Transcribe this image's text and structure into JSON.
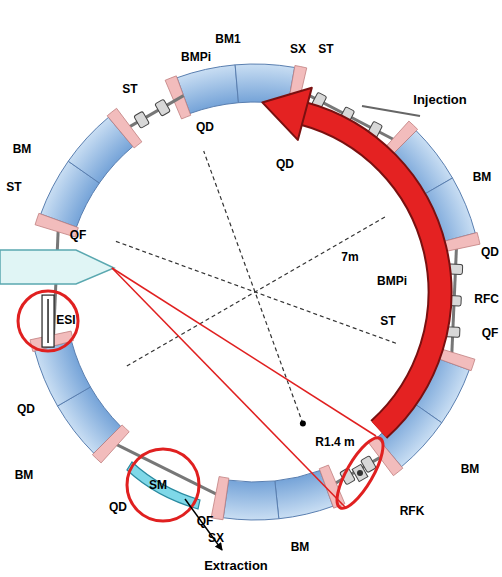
{
  "diagram": {
    "labels": [
      "BM1",
      "BMPi",
      "SX",
      "ST",
      "ST",
      "QD",
      "Injection",
      "BM",
      "QD",
      "BM",
      "ST",
      "QF",
      "QD",
      "7m",
      "BMPi",
      "RFC",
      "ESI",
      "ST",
      "QF",
      "QD",
      "BM",
      "BM",
      "QD",
      "SM",
      "R1.4 m",
      "RFK",
      "QF",
      "SX",
      "BM",
      "Extraction"
    ]
  }
}
